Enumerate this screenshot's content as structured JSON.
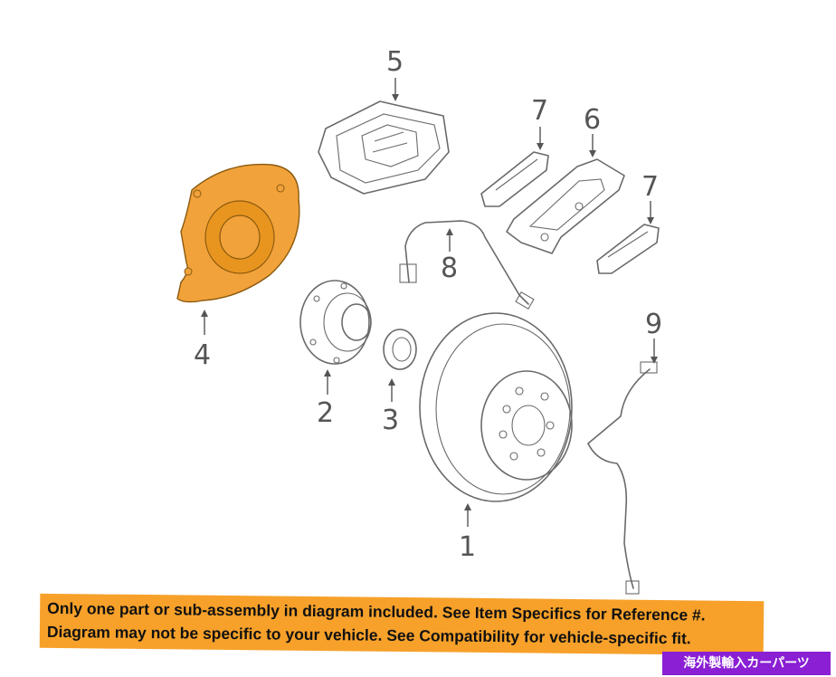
{
  "callouts": {
    "c1": "1",
    "c2": "2",
    "c3": "3",
    "c4": "4",
    "c5": "5",
    "c6": "6",
    "c7a": "7",
    "c7b": "7",
    "c8": "8",
    "c9": "9"
  },
  "disclaimer": {
    "line1": "Only one part or sub-assembly in diagram included. See Item Specifics for Reference #.",
    "line2": "Diagram may not be specific to your vehicle. See Compatibility for vehicle-specific fit."
  },
  "watermark": "海外製輸入カーパーツ",
  "colors": {
    "highlight": "#f7a12a",
    "line": "#6a6a6a",
    "badge": "#8a1fd4"
  }
}
